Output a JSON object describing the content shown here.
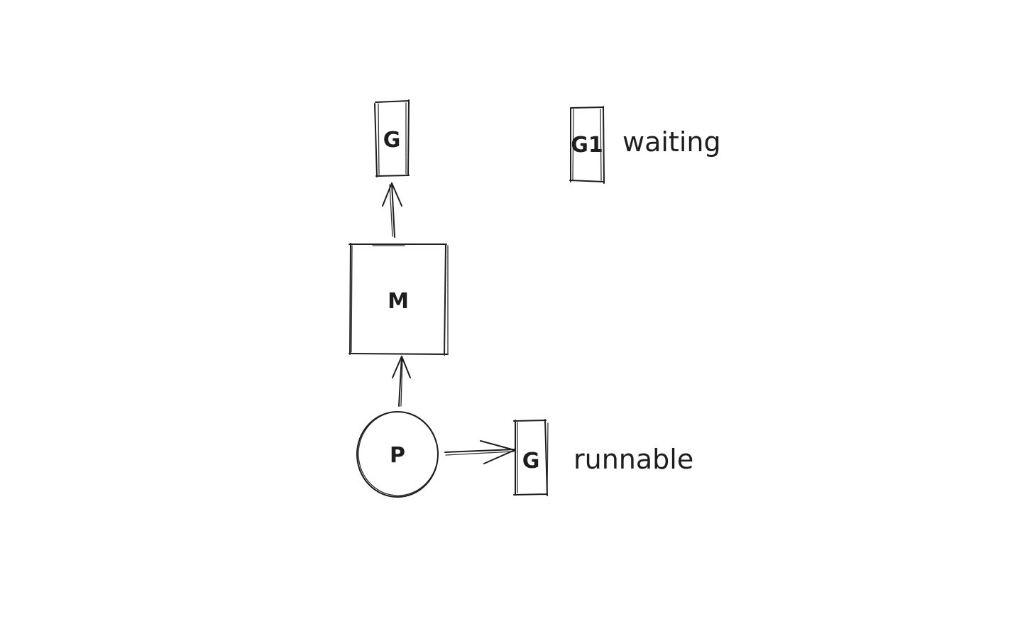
{
  "diagram": {
    "nodes": {
      "g_top": {
        "label": "G"
      },
      "g_waiting": {
        "label": "G1"
      },
      "m": {
        "label": "M"
      },
      "p": {
        "label": "P"
      },
      "g_runnable": {
        "label": "G"
      }
    },
    "annotations": {
      "waiting": "waiting",
      "runnable": "runnable"
    },
    "edges": [
      {
        "from": "p",
        "to": "m"
      },
      {
        "from": "m",
        "to": "g_top"
      },
      {
        "from": "p",
        "to": "g_runnable"
      }
    ],
    "stroke_color": "#1e1e1e",
    "background": "#ffffff"
  }
}
